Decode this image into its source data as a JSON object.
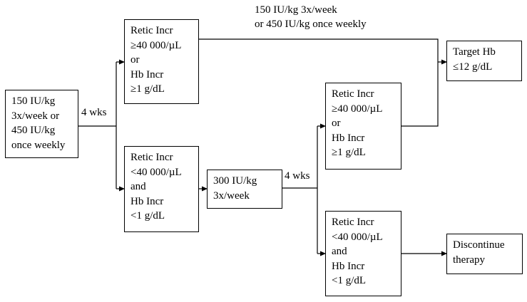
{
  "boxes": {
    "start": [
      "150 IU/kg",
      "3x/week or",
      "450 IU/kg",
      "once weekly"
    ],
    "responder_1": [
      "Retic Incr",
      "≥40 000/µL",
      "or",
      "Hb Incr",
      "≥1 g/dL"
    ],
    "nonresponder_1": [
      "Retic Incr",
      "<40 000/µL",
      "and",
      "Hb Incr",
      "<1 g/dL"
    ],
    "dose_increase": [
      "300 IU/kg",
      "3x/week"
    ],
    "responder_2": [
      "Retic Incr",
      "≥40 000/µL",
      "or",
      "Hb Incr",
      "≥1 g/dL"
    ],
    "nonresponder_2": [
      "Retic Incr",
      "<40 000/µL",
      "and",
      "Hb Incr",
      "<1 g/dL"
    ],
    "target": [
      "Target Hb",
      "≤12 g/dL"
    ],
    "discontinue": [
      "Discontinue",
      "therapy"
    ]
  },
  "labels": {
    "wait_1": "4 wks",
    "wait_2": "4 wks",
    "continue_dose": [
      "150 IU/kg 3x/week",
      "or 450 IU/kg once weekly"
    ]
  },
  "colors": {
    "line": "#000000",
    "box_border": "#000000",
    "background": "#ffffff"
  }
}
